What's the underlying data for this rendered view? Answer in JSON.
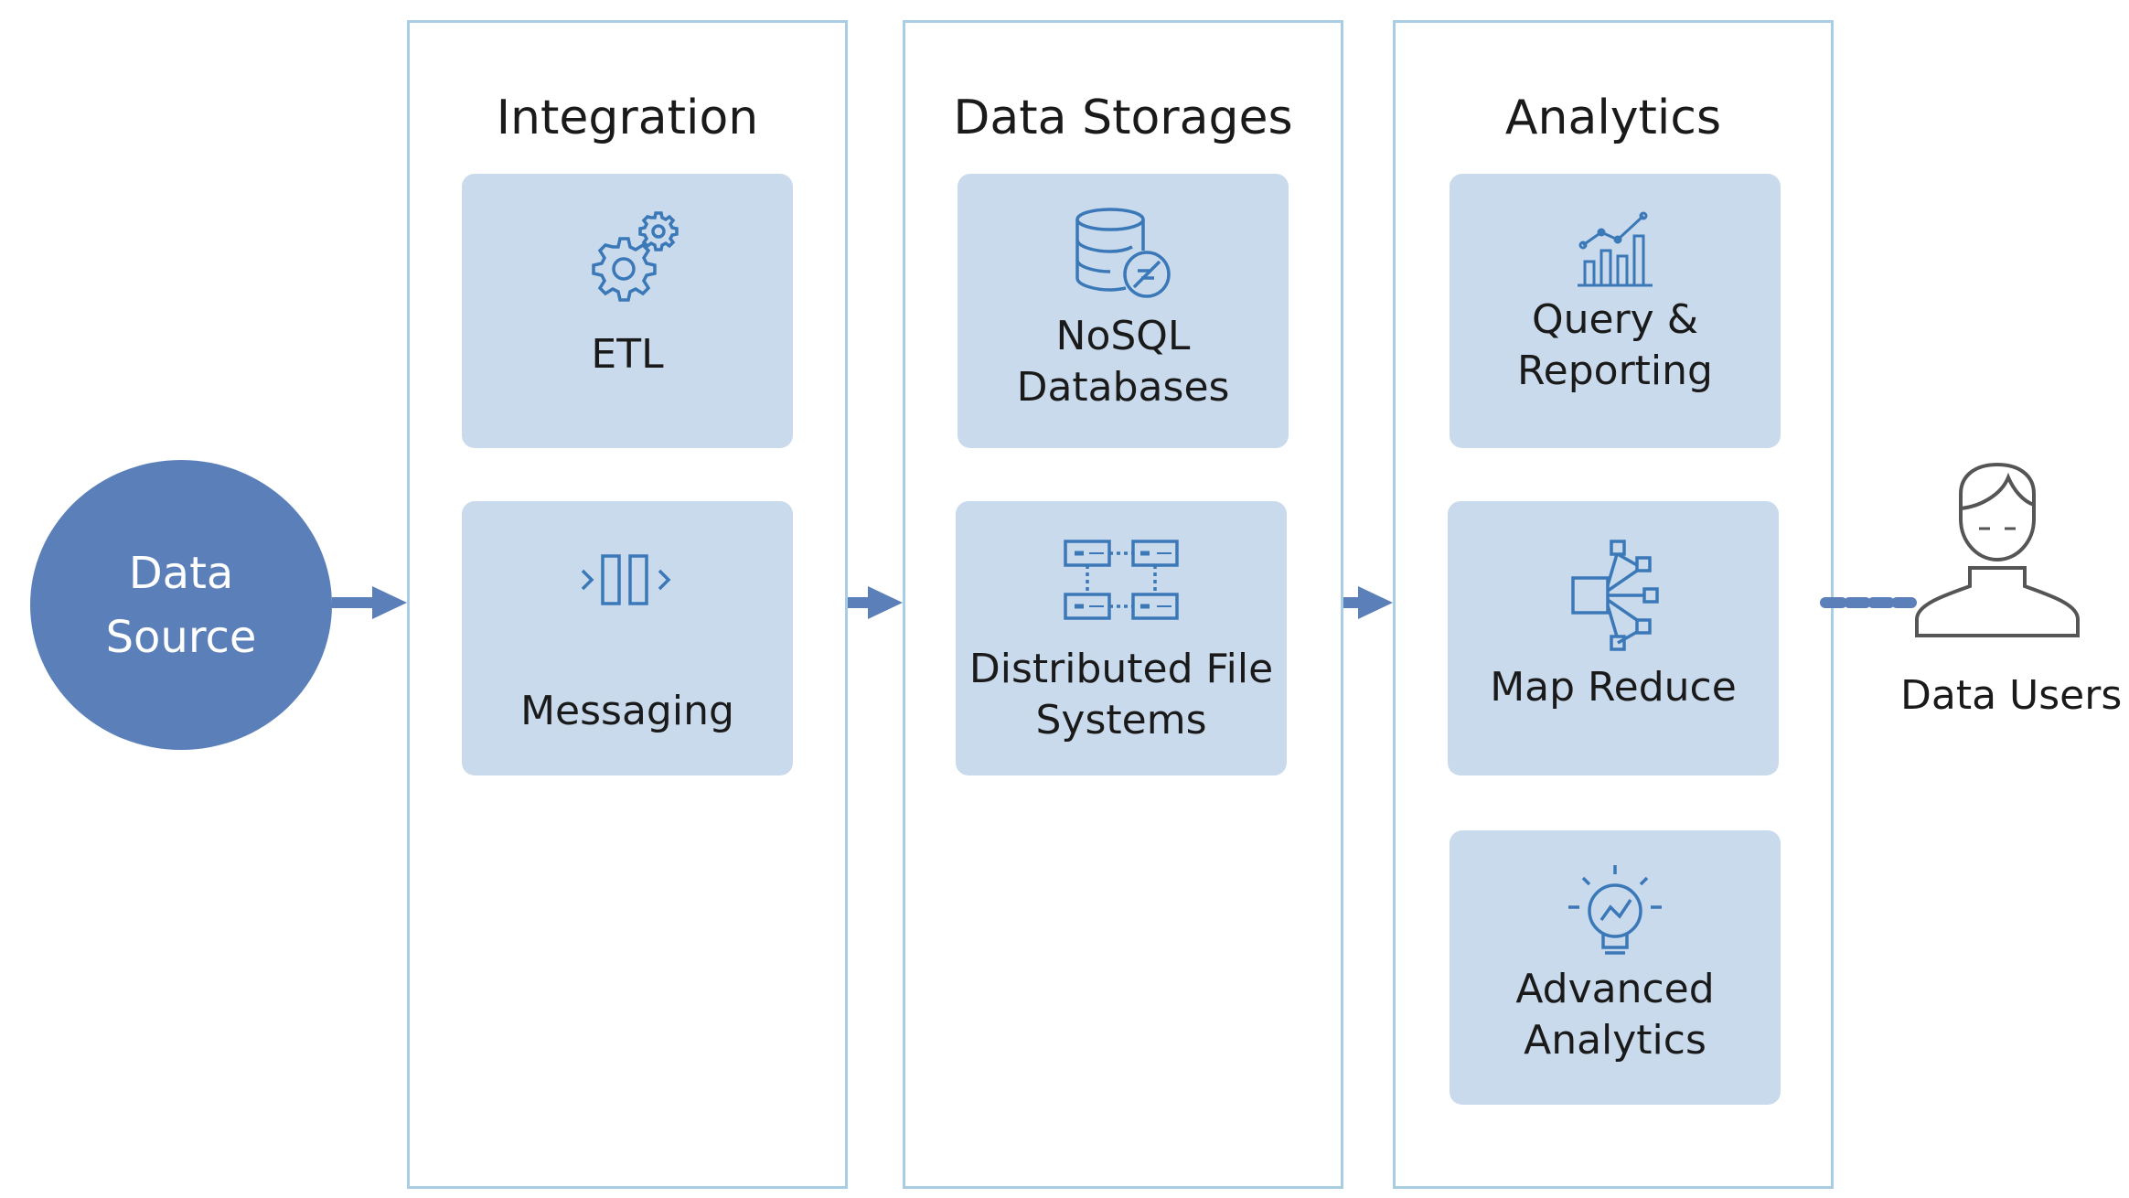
{
  "source": {
    "line1": "Data",
    "line2": "Source"
  },
  "columns": [
    {
      "title": "Integration",
      "cards": [
        {
          "label1": "ETL",
          "label2": "",
          "icon": "gears-icon"
        },
        {
          "label1": "Messaging",
          "label2": "",
          "icon": "message-queue-icon"
        }
      ]
    },
    {
      "title": "Data Storages",
      "cards": [
        {
          "label1": "NoSQL",
          "label2": "Databases",
          "icon": "nosql-database-icon"
        },
        {
          "label1": "Distributed File",
          "label2": "Systems",
          "icon": "file-system-icon"
        }
      ]
    },
    {
      "title": "Analytics",
      "cards": [
        {
          "label1": "Query &",
          "label2": "Reporting",
          "icon": "bar-chart-icon"
        },
        {
          "label1": "Map Reduce",
          "label2": "",
          "icon": "map-reduce-icon"
        },
        {
          "label1": "Advanced",
          "label2": "Analytics",
          "icon": "lightbulb-analytics-icon"
        }
      ]
    }
  ],
  "users": {
    "label": "Data Users",
    "icon": "user-icon"
  },
  "colors": {
    "source": "#5b7fb8",
    "card": "#c9daec",
    "border": "#a9cde2",
    "icon": "#3a78b8",
    "arrow": "#5b7fb8"
  }
}
